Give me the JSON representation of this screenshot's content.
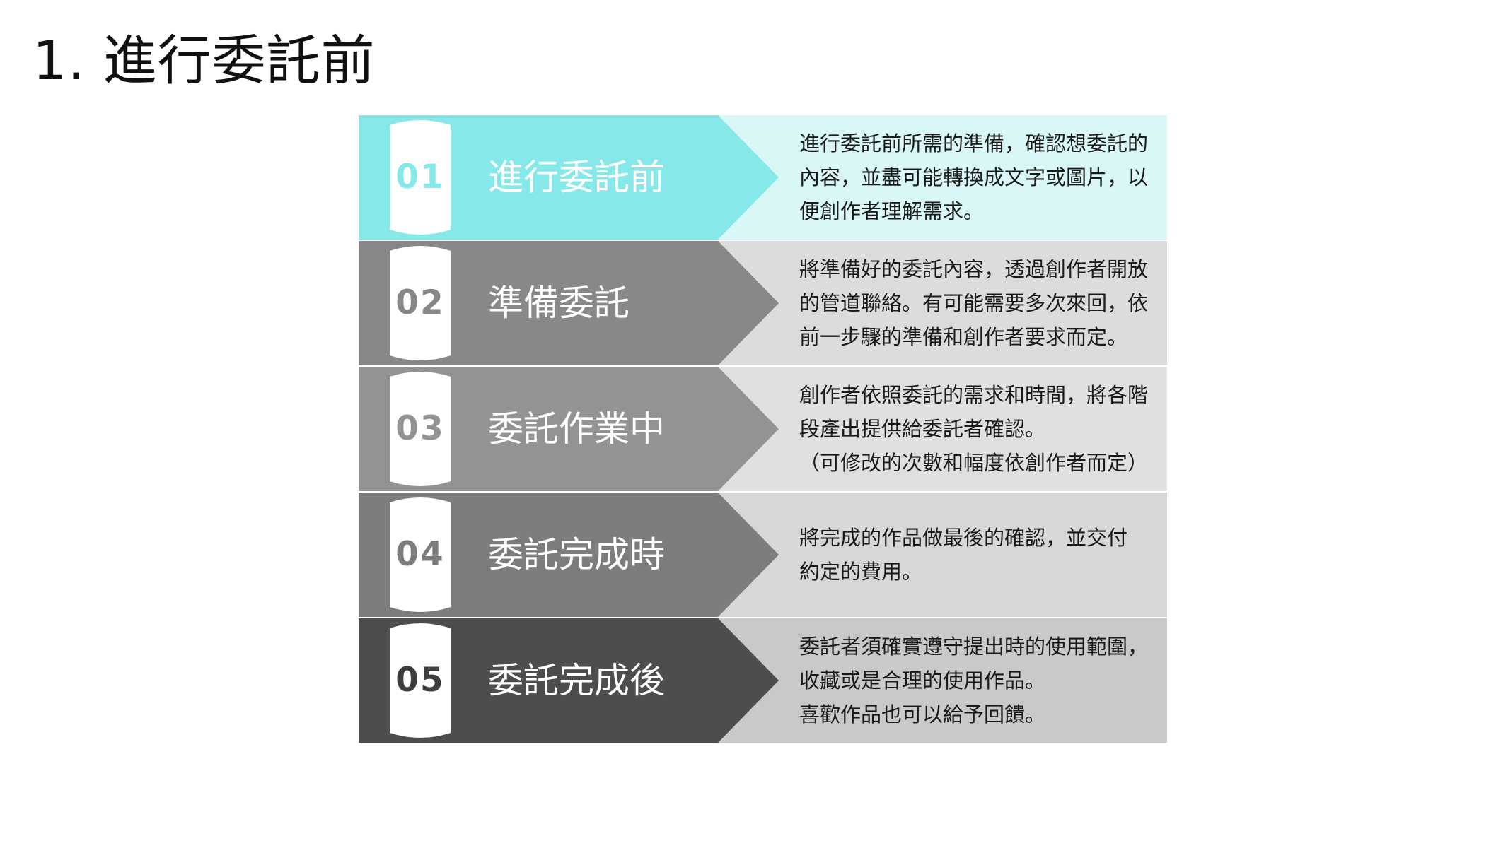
{
  "title": "1. 進行委託前",
  "steps": [
    {
      "number": "01",
      "title": "進行委託前",
      "arrow_color": "#86E8E8",
      "desc_bg": "#DAF7F7",
      "number_color": "#86E8E8",
      "desc_lines": [
        "進行委託前所需的準備，確認想委託的",
        "內容，並盡可能轉換成文字或圖片，以",
        "便創作者理解需求。"
      ]
    },
    {
      "number": "02",
      "title": "準備委託",
      "arrow_color": "#888888",
      "desc_bg": "#DCDCDC",
      "number_color": "#888888",
      "desc_lines": [
        "將準備好的委託內容，透過創作者開放",
        "的管道聯絡。有可能需要多次來回，依",
        "前一步驟的準備和創作者要求而定。"
      ]
    },
    {
      "number": "03",
      "title": "委託作業中",
      "arrow_color": "#939393",
      "desc_bg": "#E0E0E0",
      "number_color": "#939393",
      "desc_lines": [
        "創作者依照委託的需求和時間，將各階",
        "段產出提供給委託者確認。",
        "（可修改的次數和幅度依創作者而定）"
      ]
    },
    {
      "number": "04",
      "title": "委託完成時",
      "arrow_color": "#7D7D7D",
      "desc_bg": "#D7D7D7",
      "number_color": "#7D7D7D",
      "desc_lines": [
        "將完成的作品做最後的確認，並交付",
        "約定的費用。"
      ]
    },
    {
      "number": "05",
      "title": "委託完成後",
      "arrow_color": "#4D4D4D",
      "desc_bg": "#C9C9C9",
      "number_color": "#3E3E3E",
      "desc_lines": [
        "委託者須確實遵守提出時的使用範圍，",
        "收藏或是合理的使用作品。",
        "喜歡作品也可以給予回饋。"
      ]
    }
  ]
}
